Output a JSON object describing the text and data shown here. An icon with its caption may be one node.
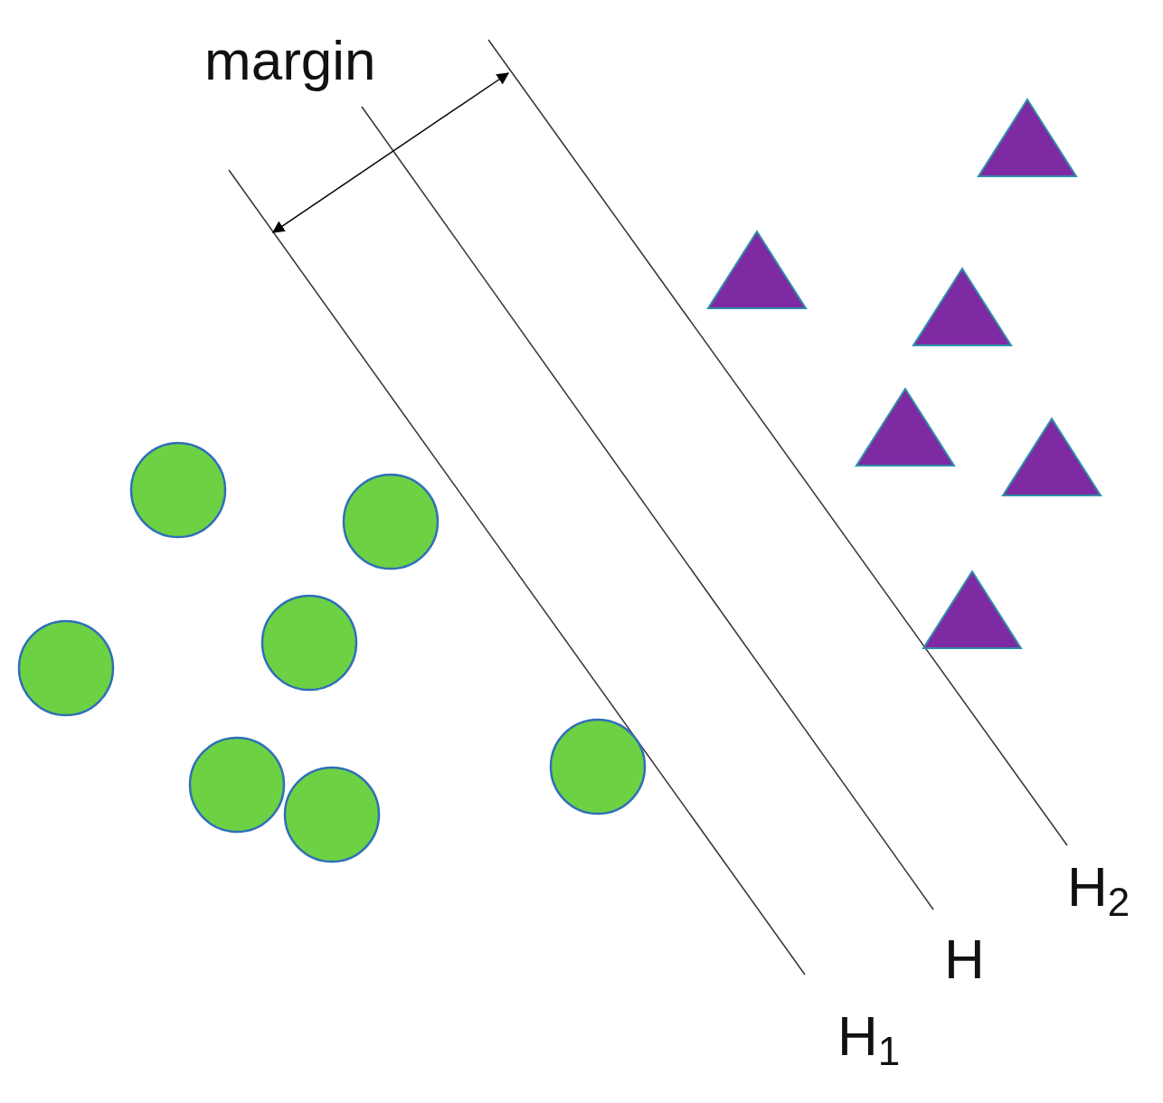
{
  "diagram": {
    "labels": [
      "margin",
      "H$_{2}$",
      "H",
      "H$_{1}$"
    ]
  }
}
